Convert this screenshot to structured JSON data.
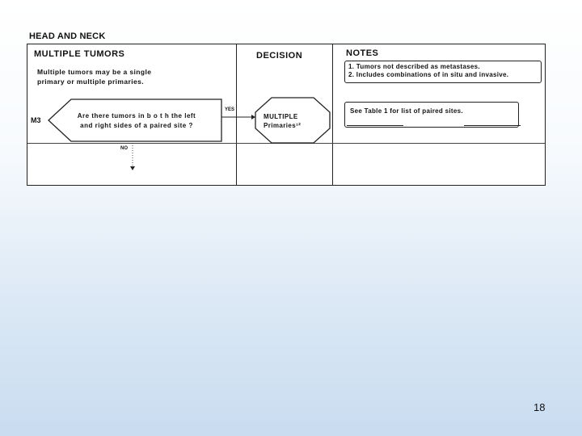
{
  "slide": {
    "title": "HEAD AND NECK",
    "page_number": "18"
  },
  "header": {
    "left_title": "MULTIPLE TUMORS",
    "decision": "DECISION",
    "notes": "NOTES"
  },
  "intro": {
    "line1": "Multiple tumors may be a single",
    "line2": "primary or multiple primaries."
  },
  "notes": {
    "item1": "1.  Tumors not described as metastases.",
    "item2": "2.  Includes combinations of in situ and invasive.",
    "table_ref": "See Table 1 for list of paired sites."
  },
  "rule": {
    "id": "M3",
    "question_line1": "Are there tumors in  b o t h  the left",
    "question_line2": "and right sides of a paired site ?",
    "yes_label": "YES",
    "no_label": "NO",
    "decision_line1": "MULTIPLE",
    "decision_line2": "Primaries¹²"
  },
  "colors": {
    "line": "#222222",
    "background_bottom": "#c9dcf0"
  }
}
